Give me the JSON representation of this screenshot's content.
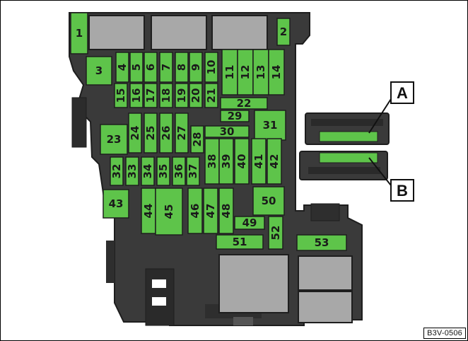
{
  "figure_ref": "B3V-0506",
  "callouts": {
    "A": "A",
    "B": "B"
  },
  "colors": {
    "fuse": "#5ec44a",
    "housing": "#3a3a3a",
    "relay": "#a8a8a8",
    "outline": "#1e1e1e"
  },
  "fuses": {
    "f1": "1",
    "f2": "2",
    "f3": "3",
    "f4": "4",
    "f5": "5",
    "f6": "6",
    "f7": "7",
    "f8": "8",
    "f9": "9",
    "f10": "10",
    "f11": "11",
    "f12": "12",
    "f13": "13",
    "f14": "14",
    "f15": "15",
    "f16": "16",
    "f17": "17",
    "f18": "18",
    "f19": "19",
    "f20": "20",
    "f21": "21",
    "f22": "22",
    "f23": "23",
    "f24": "24",
    "f25": "25",
    "f26": "26",
    "f27": "27",
    "f28": "28",
    "f29": "29",
    "f30": "30",
    "f31": "31",
    "f32": "32",
    "f33": "33",
    "f34": "34",
    "f35": "35",
    "f36": "36",
    "f37": "37",
    "f38": "38",
    "f39": "39",
    "f40": "40",
    "f41": "41",
    "f42": "42",
    "f43": "43",
    "f44": "44",
    "f45": "45",
    "f46": "46",
    "f47": "47",
    "f48": "48",
    "f49": "49",
    "f50": "50",
    "f51": "51",
    "f52": "52",
    "f53": "53"
  }
}
